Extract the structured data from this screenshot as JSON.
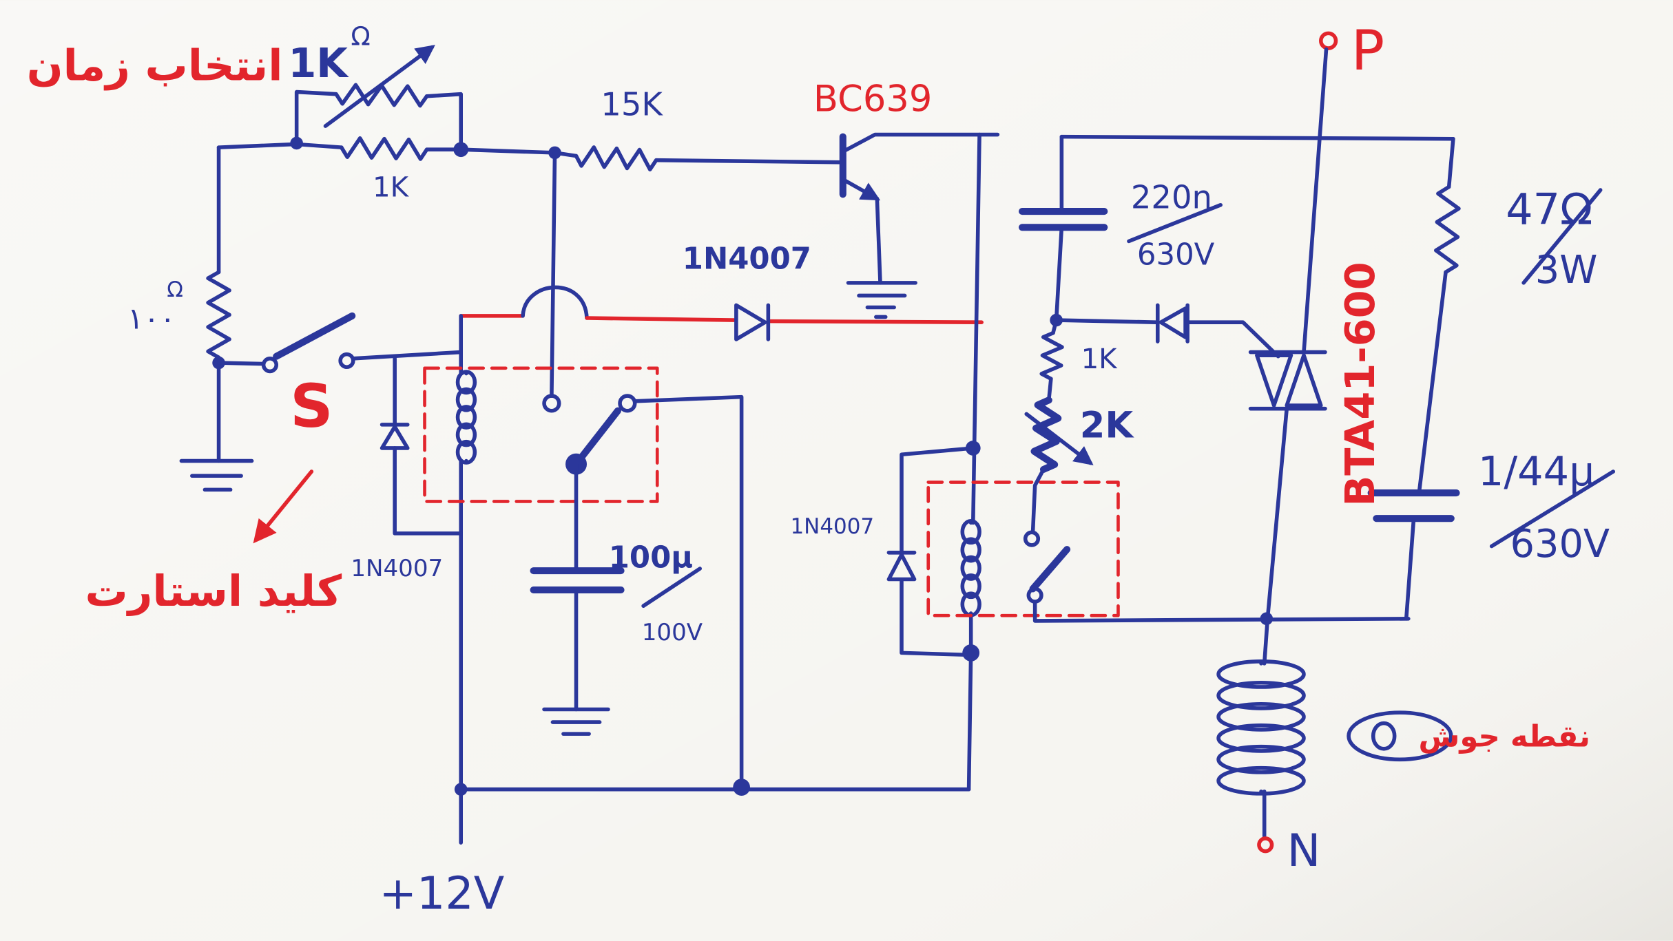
{
  "colors": {
    "ink_blue": "#2b379b",
    "ink_red": "#e2252c",
    "paper": "#f6f5f1"
  },
  "header": {
    "time_select_label": "انتخاب زمان"
  },
  "timer": {
    "pot_value": "1K",
    "pot_unit": "Ω",
    "parallel_resistor": "1K",
    "series_resistor": "15K",
    "transistor": "BC639"
  },
  "start": {
    "resistor_value": "۱۰۰",
    "resistor_unit": "Ω",
    "switch_label": "S",
    "switch_caption": "کلید استارت",
    "supply": "+12V"
  },
  "relay1": {
    "diode": "1N4007",
    "capacitor_value": "100µ",
    "capacitor_voltage": "100V"
  },
  "crossover_diode": "1N4007",
  "relay2": {
    "diode": "1N4007"
  },
  "firing": {
    "capacitor_value": "220n",
    "capacitor_voltage": "630V",
    "resistor": "1K",
    "potentiometer": "2K"
  },
  "snubber": {
    "resistor_value": "47Ω",
    "resistor_power": "3W",
    "capacitor_value": "1/44µ",
    "capacitor_voltage": "630V"
  },
  "triac": "BTA41-600",
  "terminals": {
    "p": "P",
    "n": "N"
  },
  "weld_point_label": "نقطه جوش"
}
